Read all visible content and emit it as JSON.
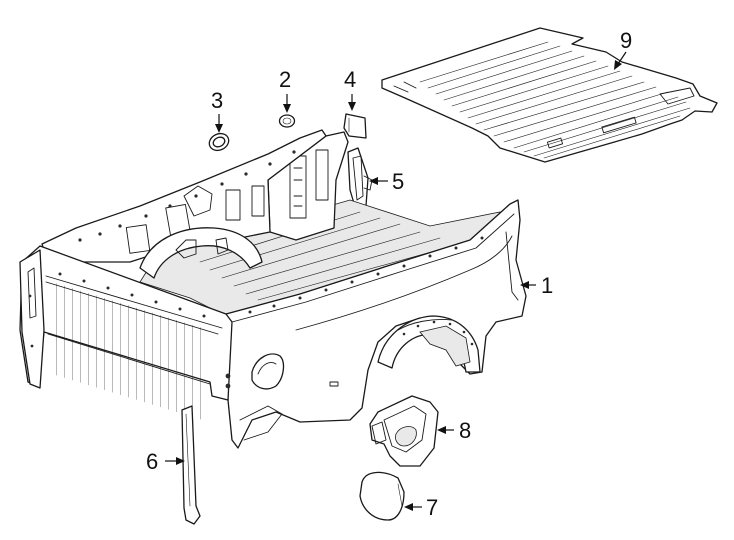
{
  "diagram": {
    "type": "exploded parts diagram",
    "subject": "pickup truck box / bed assembly",
    "colors": {
      "line": "#1a1a1a",
      "background": "#ffffff"
    },
    "callouts": [
      {
        "id": "1",
        "label": "1",
        "part": "box assembly"
      },
      {
        "id": "2",
        "label": "2",
        "part": "plug"
      },
      {
        "id": "3",
        "label": "3",
        "part": "grommet"
      },
      {
        "id": "4",
        "label": "4",
        "part": "cover"
      },
      {
        "id": "5",
        "label": "5",
        "part": "bracket"
      },
      {
        "id": "6",
        "label": "6",
        "part": "pillar trim"
      },
      {
        "id": "7",
        "label": "7",
        "part": "fuel door"
      },
      {
        "id": "8",
        "label": "8",
        "part": "fuel pocket housing"
      },
      {
        "id": "9",
        "label": "9",
        "part": "bed liner / floor mat"
      }
    ]
  }
}
